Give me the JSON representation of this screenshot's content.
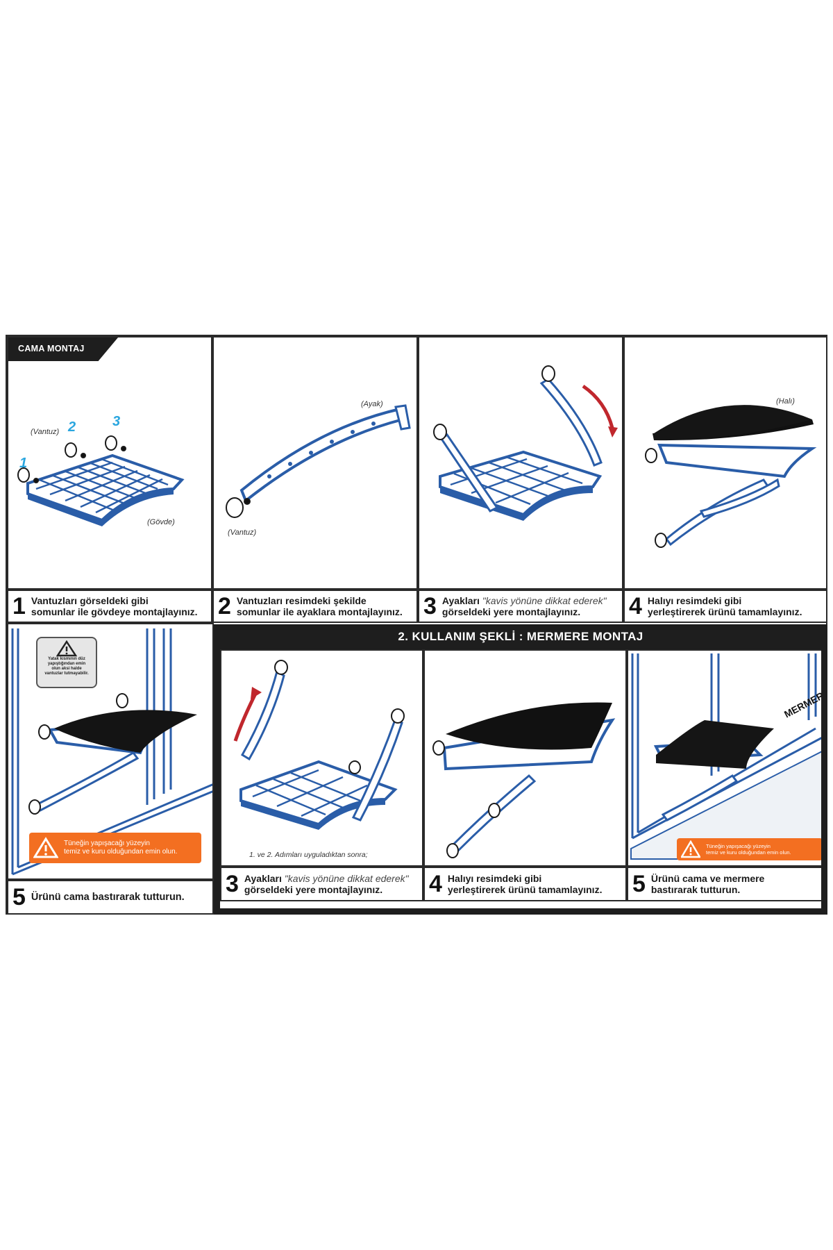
{
  "section1": {
    "tag": "CAMA MONTAJ"
  },
  "section2": {
    "banner": "2. KULLANIM ŞEKLİ : MERMERE MONTAJ"
  },
  "labels": {
    "vantuz": "(Vantuz)",
    "ayak": "(Ayak)",
    "gövde": "(Gövde)",
    "hali": "(Halı)",
    "vantuz2": "(Vantuz)",
    "n1": "1",
    "n2": "2",
    "n3": "3",
    "mermer": "MERMER"
  },
  "steps_top": [
    {
      "num": "1",
      "line1": "Vantuzları görseldeki gibi",
      "line2": "somunlar ile gövdeye montajlayınız."
    },
    {
      "num": "2",
      "line1": "Vantuzları resimdeki şekilde",
      "line2": "somunlar ile ayaklara montajlayınız."
    },
    {
      "num": "3",
      "line1a": "Ayakları ",
      "line1b": "\"kavis yönüne dikkat ederek\"",
      "line2": "görseldeki yere montajlayınız."
    },
    {
      "num": "4",
      "line1": "Halıyı resimdeki gibi",
      "line2": "yerleştirerek ürünü tamamlayınız."
    }
  ],
  "steps_bottom": [
    {
      "num": "5",
      "line1": "Ürünü cama bastırarak tutturun."
    },
    {
      "num": "3",
      "line1a": "Ayakları ",
      "line1b": "\"kavis yönüne dikkat ederek\"",
      "line2": "görseldeki yere montajlayınız."
    },
    {
      "num": "4",
      "line1": "Halıyı resimdeki gibi",
      "line2": "yerleştirerek ürünü tamamlayınız."
    },
    {
      "num": "5",
      "line1": "Ürünü cama ve mermere",
      "line2": "bastırarak tutturun."
    }
  ],
  "warnings": {
    "orange1_l1": "Tüneğin yapışacağı yüzeyin",
    "orange1_l2": "temiz ve kuru olduğundan emin olun.",
    "orange2_l1": "Tüneğin yapışacağı yüzeyin",
    "orange2_l2": "temiz ve kuru olduğundan emin olun.",
    "grey_l1": "Yatak kısmının düz",
    "grey_l2": "yapıştığından emin",
    "grey_l3": "olun aksi halde",
    "grey_l4": "vantuzlar tutmayabilir."
  },
  "footnote": "1. ve 2. Adımları uyguladıktan sonra;",
  "colors": {
    "dark": "#1e1e1e",
    "blue": "#2a5da8",
    "accent_blue": "#2aa6df",
    "orange": "#f36f21",
    "red_arrow": "#c0272d"
  }
}
